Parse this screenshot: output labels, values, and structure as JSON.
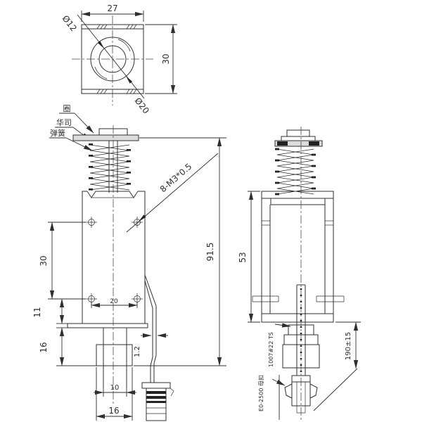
{
  "drawing": {
    "colors": {
      "line": "#2f2f2f",
      "light_fill": "#dcdcdc"
    },
    "top_view": {
      "width_dim": "27",
      "height_dim": "30",
      "hole_dia": "Ø12",
      "boss_dia": "Ø20"
    },
    "labels": {
      "ring": "圈",
      "washer": "华司",
      "spring": "弹簧"
    },
    "front": {
      "thread": "8-M3*0.5",
      "hole_v": "30",
      "hole_h": "20",
      "offset11": "11",
      "height16": "16",
      "tube10": "10",
      "width16": "16",
      "tab12": "1.2",
      "overall": "91.5"
    },
    "side": {
      "frame53": "53",
      "lead": "190±15",
      "wire": "1007#22 TS",
      "connector": "E0-2500 母扣"
    }
  }
}
